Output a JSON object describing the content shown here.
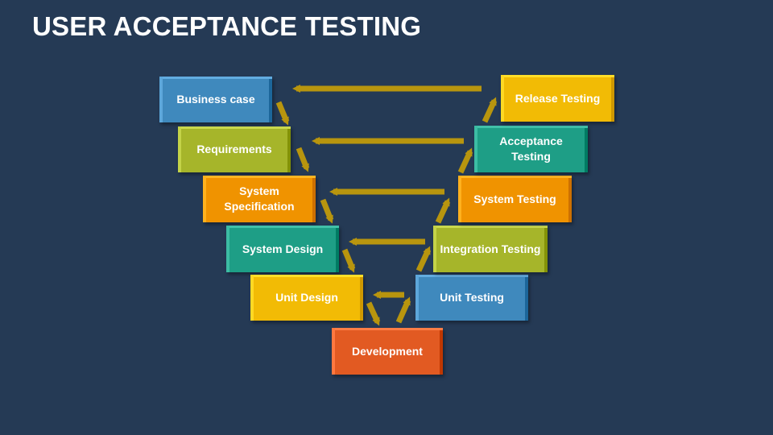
{
  "title": "USER ACCEPTANCE TESTING",
  "colors": {
    "background": "#253a55",
    "blue": "#3f89bd",
    "green": "#a6b52a",
    "orange": "#f09300",
    "teal": "#1e9e86",
    "yellow": "#f2bb05",
    "red": "#e25a22",
    "arrow": "#b8950e"
  },
  "left_stages": [
    {
      "label": "Business case",
      "color": "blue"
    },
    {
      "label": "Requirements",
      "color": "green"
    },
    {
      "label": "System\nSpecification",
      "color": "orange"
    },
    {
      "label": "System  Design",
      "color": "teal"
    },
    {
      "label": "Unit Design",
      "color": "yellow"
    }
  ],
  "bottom_stage": {
    "label": "Development",
    "color": "red"
  },
  "right_stages": [
    {
      "label": "Unit Testing",
      "color": "blue"
    },
    {
      "label": "Integration Testing",
      "color": "green"
    },
    {
      "label": "System Testing",
      "color": "orange"
    },
    {
      "label": "Acceptance\nTesting",
      "color": "teal"
    },
    {
      "label": "Release Testing",
      "color": "yellow"
    }
  ]
}
